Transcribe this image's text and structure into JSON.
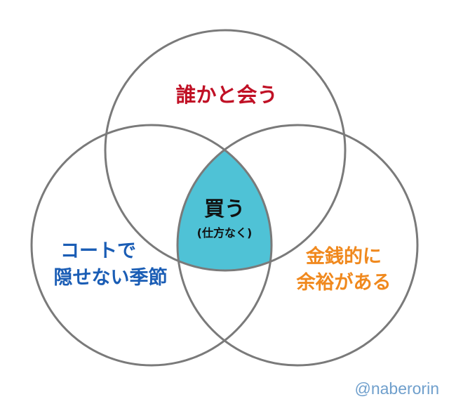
{
  "colors": {
    "circle_stroke": "#7a7a7a",
    "center_fill": "#4fc2d6",
    "top": "#c01025",
    "left": "#1a5db5",
    "right": "#f0891e",
    "center_text": "#111111",
    "watermark": "#6f9fcc"
  },
  "sets": {
    "top": {
      "label": "誰かと会う"
    },
    "left": {
      "line1": "コートで",
      "line2": "隠せない季節"
    },
    "right": {
      "line1": "金銭的に",
      "line2": "余裕がある"
    }
  },
  "intersection": {
    "main": "買う",
    "sub": "(仕方なく)"
  },
  "watermark": "@naberorin"
}
